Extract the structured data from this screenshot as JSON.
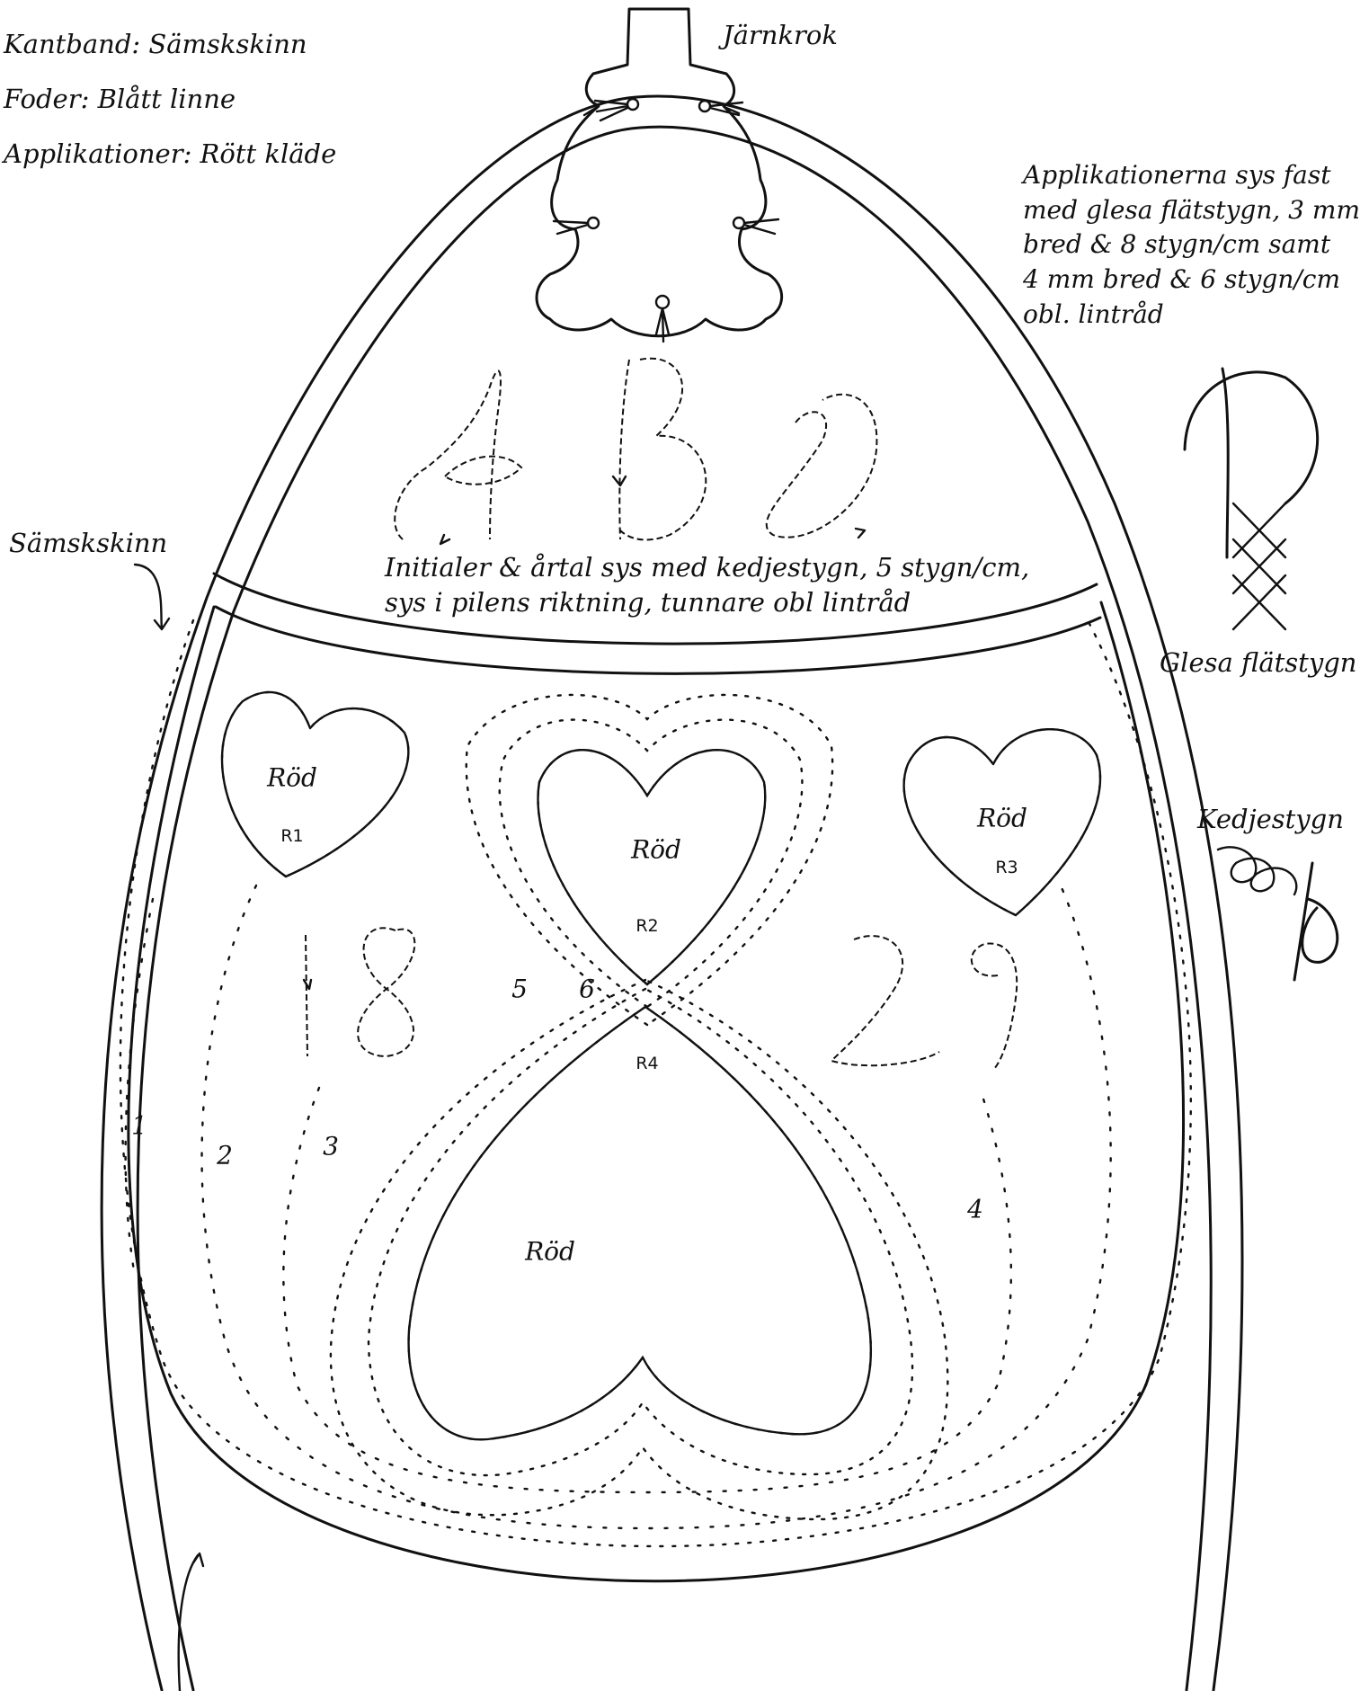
{
  "materials": {
    "edging": "Kantband: Sämskskinn",
    "lining": "Foder: Blått linne",
    "appliques": "Applikationer: Rött kläde"
  },
  "callouts": {
    "hook": "Järnkrok",
    "chamois": "Sämskskinn",
    "sparse_herringbone": "Glesa flätstygn",
    "chain_stitch": "Kedjestygn"
  },
  "notes": {
    "applique_note": "Applikationerna sys fast\nmed glesa flätstygn, 3 mm\nbred & 8 stygn/cm samt\n4 mm bred & 6 stygn/cm\nobl. lintråd",
    "initials_note": "Initialer & årtal sys med kedjestygn, 5 stygn/cm,\nsys i pilens riktning, tunnare obl lintråd"
  },
  "embroidery": {
    "initials": [
      "A",
      "B",
      "D"
    ],
    "year_left": "18",
    "year_right": "29"
  },
  "hearts": [
    {
      "color_label": "Röd",
      "code": "R1"
    },
    {
      "color_label": "Röd",
      "code": "R2"
    },
    {
      "color_label": "Röd",
      "code": "R3"
    },
    {
      "color_label": "Röd",
      "code": "R4"
    }
  ],
  "stitch_rows": [
    "1",
    "2",
    "3",
    "4",
    "5",
    "6"
  ],
  "colors": {
    "ink": "#111111",
    "paper": "#ffffff"
  }
}
